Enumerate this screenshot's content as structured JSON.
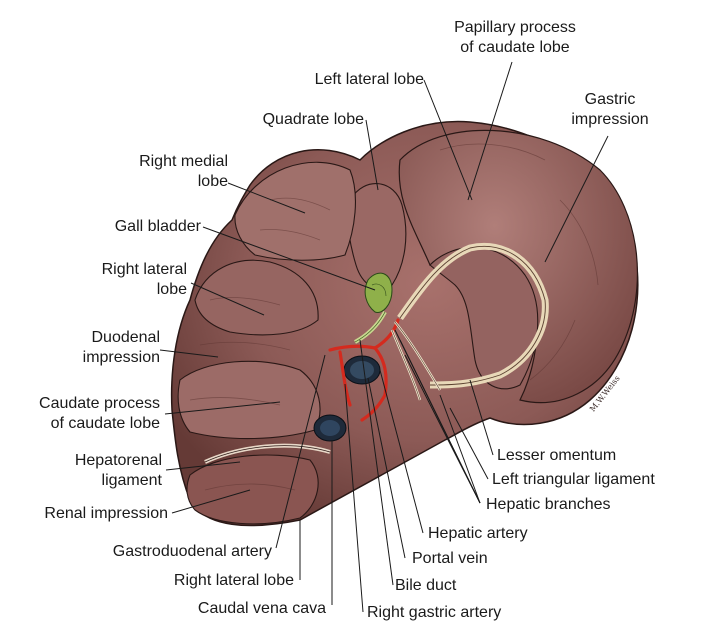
{
  "labels": {
    "papillary": [
      "Papillary process",
      "of caudate lobe"
    ],
    "left_lateral_lobe": "Left lateral lobe",
    "gastric_impression": [
      "Gastric",
      "impression"
    ],
    "quadrate_lobe": "Quadrate lobe",
    "right_medial_lobe": [
      "Right medial",
      "lobe"
    ],
    "gall_bladder": "Gall bladder",
    "right_lateral_lobe_top": [
      "Right lateral",
      "lobe"
    ],
    "duodenal_impression": [
      "Duodenal",
      "impression"
    ],
    "caudate_process": [
      "Caudate process",
      "of caudate lobe"
    ],
    "hepatorenal_ligament": [
      "Hepatorenal",
      "ligament"
    ],
    "renal_impression": "Renal impression",
    "gastroduodenal_artery": "Gastroduodenal artery",
    "right_lateral_lobe_bottom": "Right lateral lobe",
    "caudal_vena_cava": "Caudal vena cava",
    "right_gastric_artery": "Right gastric artery",
    "bile_duct": "Bile duct",
    "portal_vein": "Portal vein",
    "hepatic_artery": "Hepatic artery",
    "hepatic_branches": "Hepatic branches",
    "left_triangular_ligament": "Left triangular ligament",
    "lesser_omentum": "Lesser omentum"
  },
  "signature": "M.W.Weiss",
  "colors": {
    "liver": "#8c5a56",
    "liver_light": "#a87772",
    "liver_dark": "#5e3532",
    "omentum": "#e8d8b8",
    "artery": "#d42a1e",
    "vein": "#1e2a3a",
    "gallbladder": "#8fb04a",
    "outline": "#2a1816",
    "leader": "#1a1a1a"
  }
}
